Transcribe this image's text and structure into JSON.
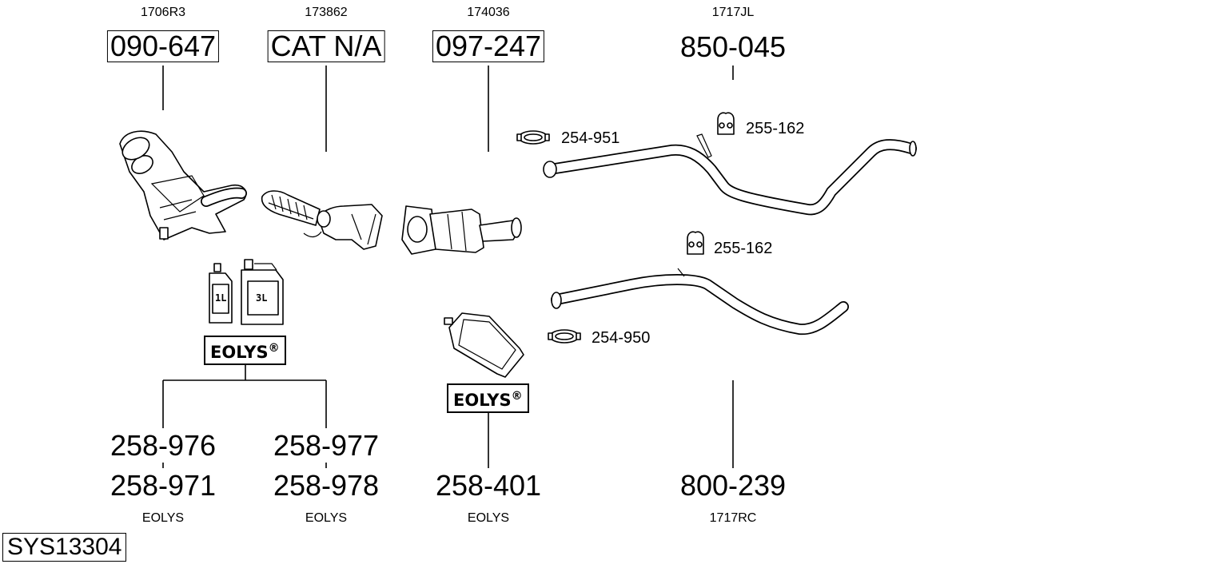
{
  "system_code": "SYS13304",
  "columns": [
    {
      "ref": "1706R3",
      "part": "090-647"
    },
    {
      "ref": "173862",
      "part": "CAT N/A"
    },
    {
      "ref": "174036",
      "part": "097-247"
    },
    {
      "ref": "1717JL",
      "part": "850-045"
    }
  ],
  "clips": {
    "front_clamp": "254-951",
    "front_hanger": "255-162",
    "rear_hanger": "255-162",
    "rear_clamp": "254-950"
  },
  "bottom": [
    {
      "top": "258-976",
      "bottom": "258-971",
      "note": "EOLYS"
    },
    {
      "top": "258-977",
      "bottom": "258-978",
      "note": "EOLYS"
    },
    {
      "part": "258-401",
      "note": "EOLYS"
    },
    {
      "part": "800-239",
      "note": "1717RC"
    }
  ],
  "eolys_badge": "EOLYS",
  "bottle_labels": {
    "small": "1L",
    "large": "3L"
  }
}
